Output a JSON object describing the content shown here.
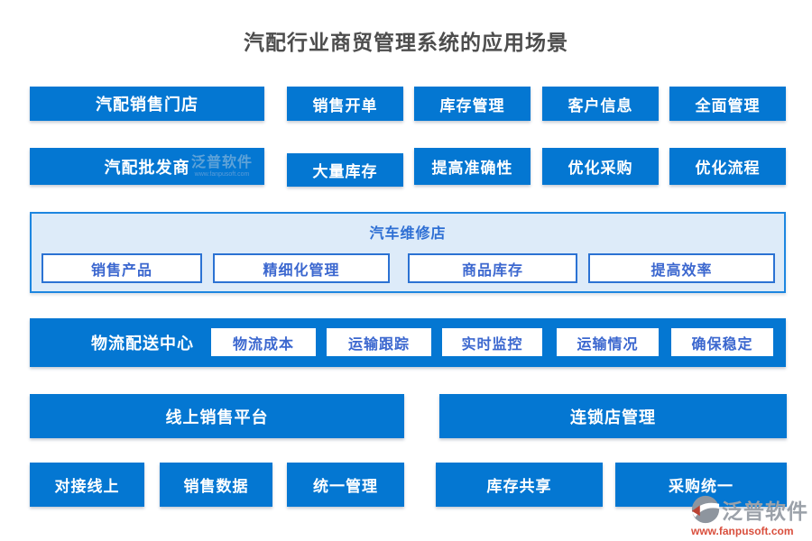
{
  "title": "汽配行业商贸管理系统的应用场景",
  "colors": {
    "accent_blue": "#0477d2",
    "section_bg": "#ddebf9",
    "section_border": "#1d86e0",
    "button_text_blue": "#3b67cf",
    "title_text": "#4d4d4d",
    "logo_gray": "#9ba1a9",
    "logo_url_red": "#d94f3d"
  },
  "rows": {
    "row1": {
      "main": "汽配销售门店",
      "items": [
        "销售开单",
        "库存管理",
        "客户信息",
        "全面管理"
      ]
    },
    "row2": {
      "main": "汽配批发商",
      "items": [
        "大量库存",
        "提高准确性",
        "优化采购",
        "优化流程"
      ]
    },
    "repair": {
      "title": "汽车维修店",
      "items": [
        "销售产品",
        "精细化管理",
        "商品库存",
        "提高效率"
      ]
    },
    "logistics": {
      "title": "物流配送中心",
      "items": [
        "物流成本",
        "运输跟踪",
        "实时监控",
        "运输情况",
        "确保稳定"
      ]
    },
    "row5": {
      "items": [
        "线上销售平台",
        "连锁店管理"
      ]
    },
    "row6": {
      "items": [
        "对接线上",
        "销售数据",
        "统一管理",
        "库存共享",
        "采购统一"
      ]
    }
  },
  "watermark": {
    "name": "泛普软件",
    "url": "www.fanpusoft.com"
  },
  "footer_logo": {
    "name": "泛普软件",
    "url": "www.fanpusoft.com"
  }
}
